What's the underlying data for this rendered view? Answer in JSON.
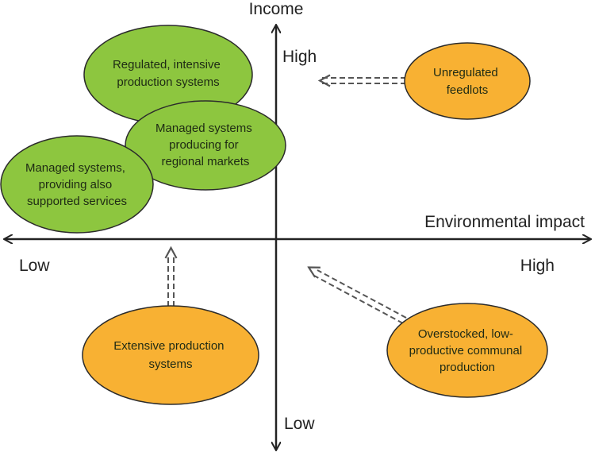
{
  "axes": {
    "y_title": "Income",
    "x_title": "Environmental impact",
    "y_high": "High",
    "y_low": "Low",
    "x_low": "Low",
    "x_high": "High"
  },
  "nodes": {
    "regulated": {
      "lines": [
        "Regulated, intensive",
        "production systems"
      ],
      "color": "#8dc63f"
    },
    "regional": {
      "lines": [
        "Managed systems",
        "producing for",
        "regional markets"
      ],
      "color": "#8dc63f"
    },
    "supported": {
      "lines": [
        "Managed systems,",
        "providing also",
        "supported services"
      ],
      "color": "#8dc63f"
    },
    "feedlots": {
      "lines": [
        "Unregulated",
        "feedlots"
      ],
      "color": "#f8b133"
    },
    "extensive": {
      "lines": [
        "Extensive production",
        "systems"
      ],
      "color": "#f8b133"
    },
    "overstocked": {
      "lines": [
        "Overstocked, low-",
        "productive communal",
        "production"
      ],
      "color": "#f8b133"
    }
  },
  "colors": {
    "axis": "#222222",
    "outline": "#2b2b2b",
    "arrow": "#555555"
  }
}
